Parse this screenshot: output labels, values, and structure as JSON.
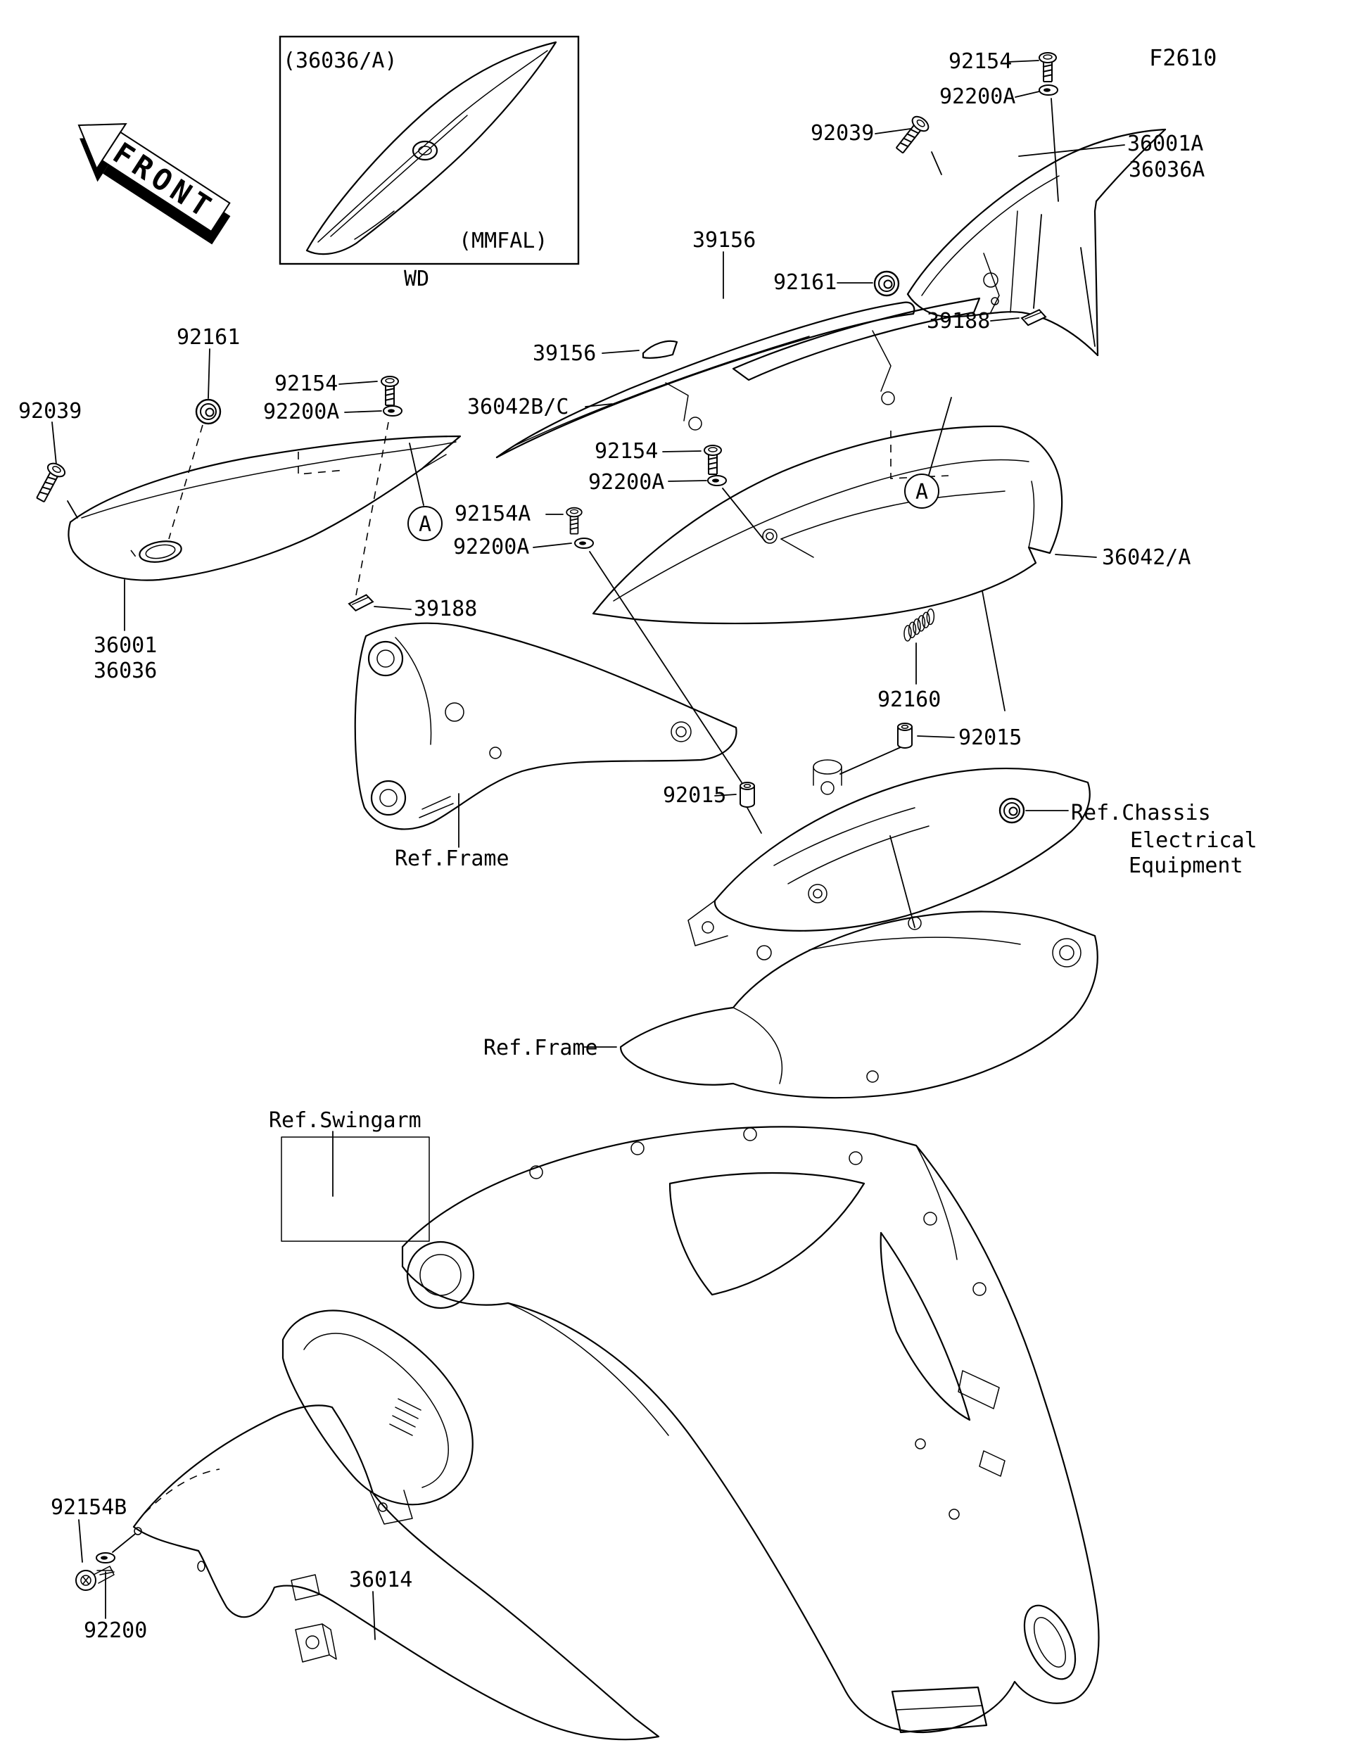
{
  "diagram": {
    "page_code": "F2610",
    "front_marker": "FRONT",
    "inset_part_ref": "(36036/A)",
    "inset_color_code": "(MMFAL)",
    "inset_view_code": "WD",
    "detail_marker": "A"
  },
  "labels": {
    "screw_92154_top": "92154",
    "washer_92200a_top": "92200A",
    "bolt_92039_right": "92039",
    "cover_36001a": "36001A",
    "cover_36036a": "36036A",
    "trim_39156_upper": "39156",
    "trim_39156_lower": "39156",
    "grommet_92161_right": "92161",
    "clip_39188_right": "39188",
    "cover_36042bc": "36042B/C",
    "screw_92154_mid": "92154",
    "washer_92200a_mid": "92200A",
    "screw_92154_left": "92154",
    "washer_92200a_left": "92200A",
    "grommet_92161_left": "92161",
    "bolt_92039_left": "92039",
    "cover_36001": "36001",
    "cover_36036": "36036",
    "clip_39188_left": "39188",
    "screw_92154a": "92154A",
    "washer_92200a_detail": "92200A",
    "cover_36042a": "36042/A",
    "spring_92160": "92160",
    "damper_92015_right": "92015",
    "damper_92015_left": "92015",
    "ref_chassis_line1": "Ref.Chassis",
    "ref_chassis_line2": "Electrical",
    "ref_chassis_line3": "Equipment",
    "ref_frame_upper": "Ref.Frame",
    "ref_frame_lower": "Ref.Frame",
    "ref_swingarm": "Ref.Swingarm",
    "cover_36014": "36014",
    "screw_92154b": "92154B",
    "washer_92200": "92200"
  }
}
